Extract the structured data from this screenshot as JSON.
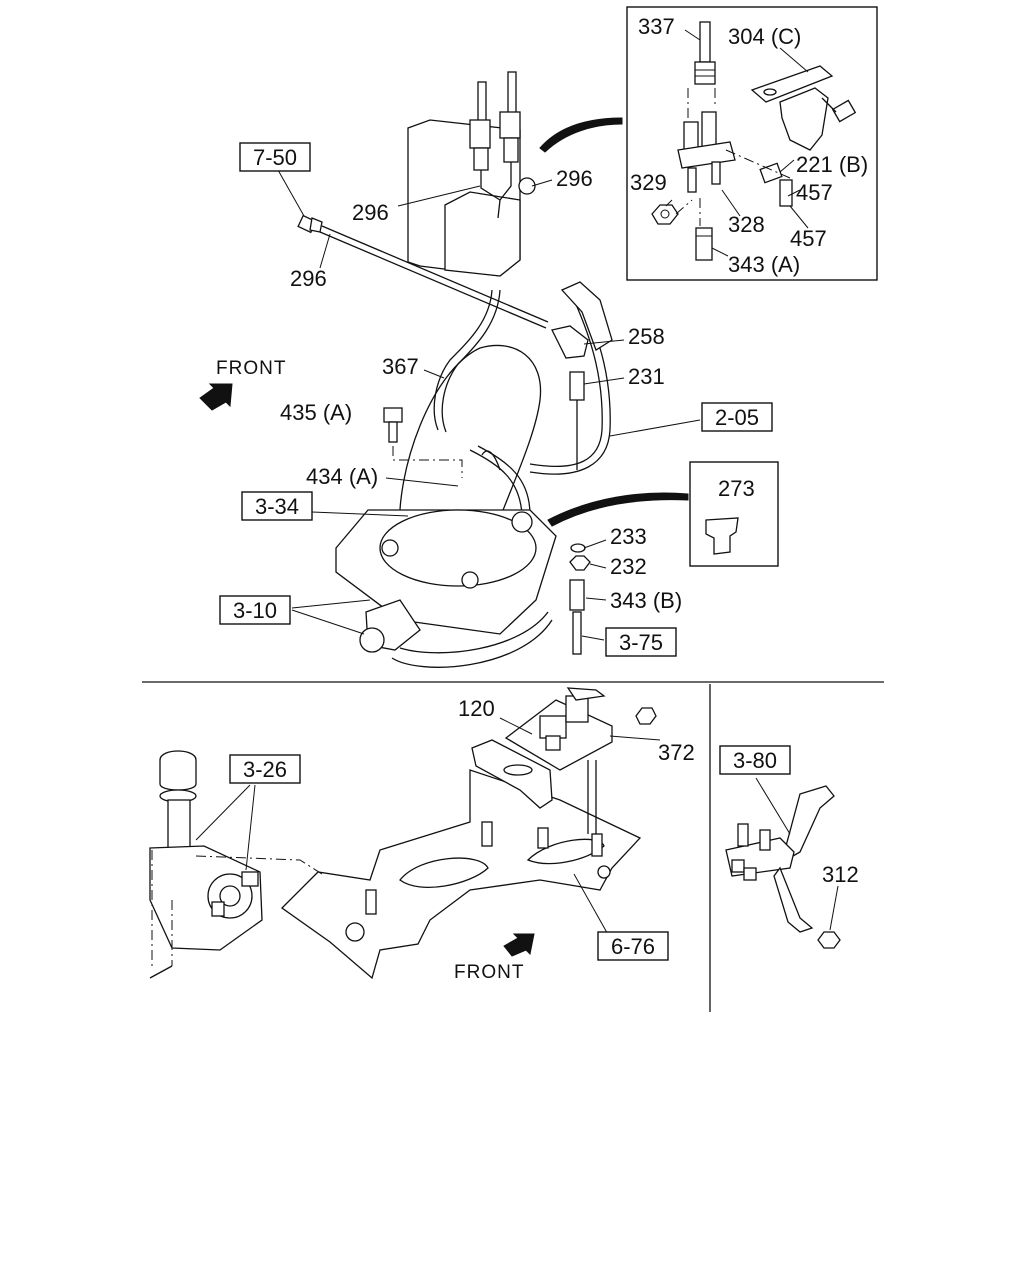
{
  "callouts": {
    "c7_50": "7-50",
    "c296a": "296",
    "c296b": "296",
    "c296c": "296",
    "c337": "337",
    "c304c": "304 (C)",
    "c221b": "221 (B)",
    "c329": "329",
    "c457a": "457",
    "c457b": "457",
    "c328": "328",
    "c343a": "343 (A)",
    "c258": "258",
    "c231": "231",
    "c367": "367",
    "c2_05": "2-05",
    "c435a": "435 (A)",
    "c434a": "434 (A)",
    "c3_34": "3-34",
    "c273": "273",
    "c233": "233",
    "c232": "232",
    "c343b": "343 (B)",
    "c3_10": "3-10",
    "c3_75": "3-75",
    "c120": "120",
    "c372": "372",
    "c3_26": "3-26",
    "c3_80": "3-80",
    "c312": "312",
    "c6_76": "6-76"
  },
  "front_labels": {
    "top": "FRONT",
    "bottom": "FRONT"
  }
}
